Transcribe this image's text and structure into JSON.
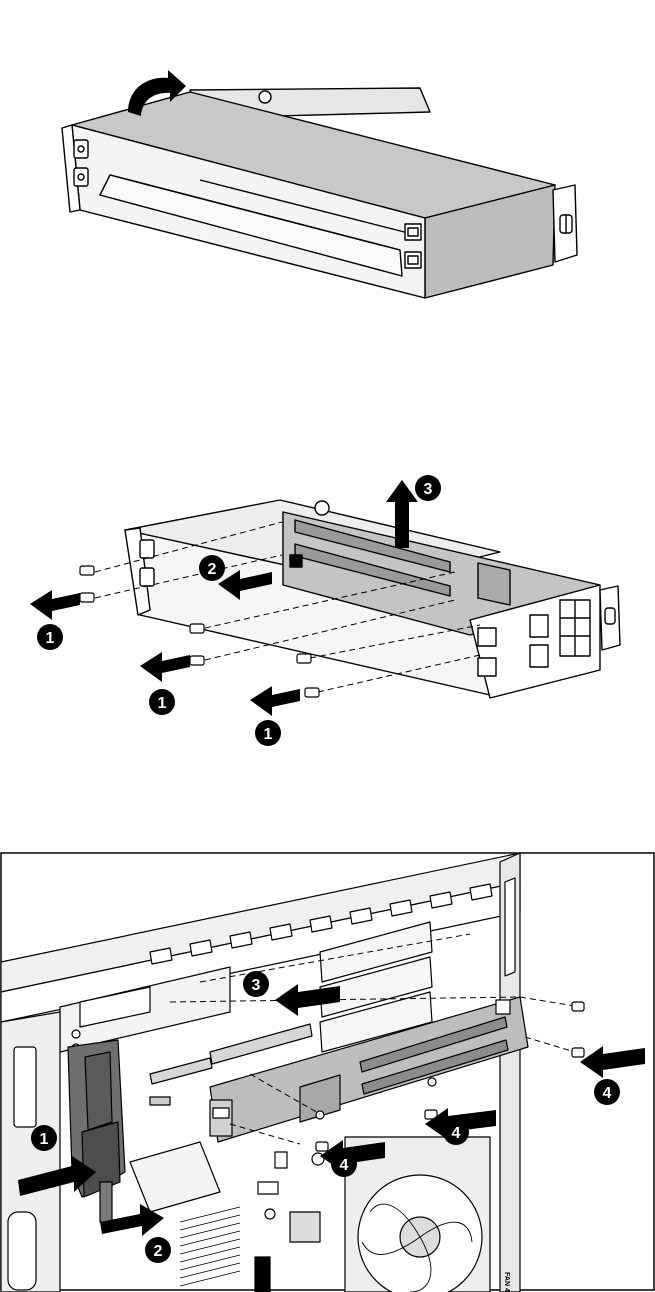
{
  "figures": [
    {
      "id": "riser-cage-cover",
      "callouts": []
    },
    {
      "id": "riser-board-removal",
      "callouts": [
        "1",
        "1",
        "1",
        "2",
        "3"
      ]
    },
    {
      "id": "riser-board-install",
      "callouts": [
        "1",
        "2",
        "3",
        "4",
        "4",
        "4"
      ],
      "fan_label": "FAN 4"
    }
  ],
  "colors": {
    "line": "#000000",
    "cover_fill": "#c8c8c8",
    "board_fill": "#bdbdbd",
    "chassis_fill": "#ebebeb",
    "arrow_fill": "#000000",
    "callout_fill": "#000000",
    "callout_text": "#ffffff"
  },
  "icons": [
    "rotate-arrow-icon",
    "direction-arrow-icon",
    "screw-icon",
    "callout-badge-icon"
  ]
}
